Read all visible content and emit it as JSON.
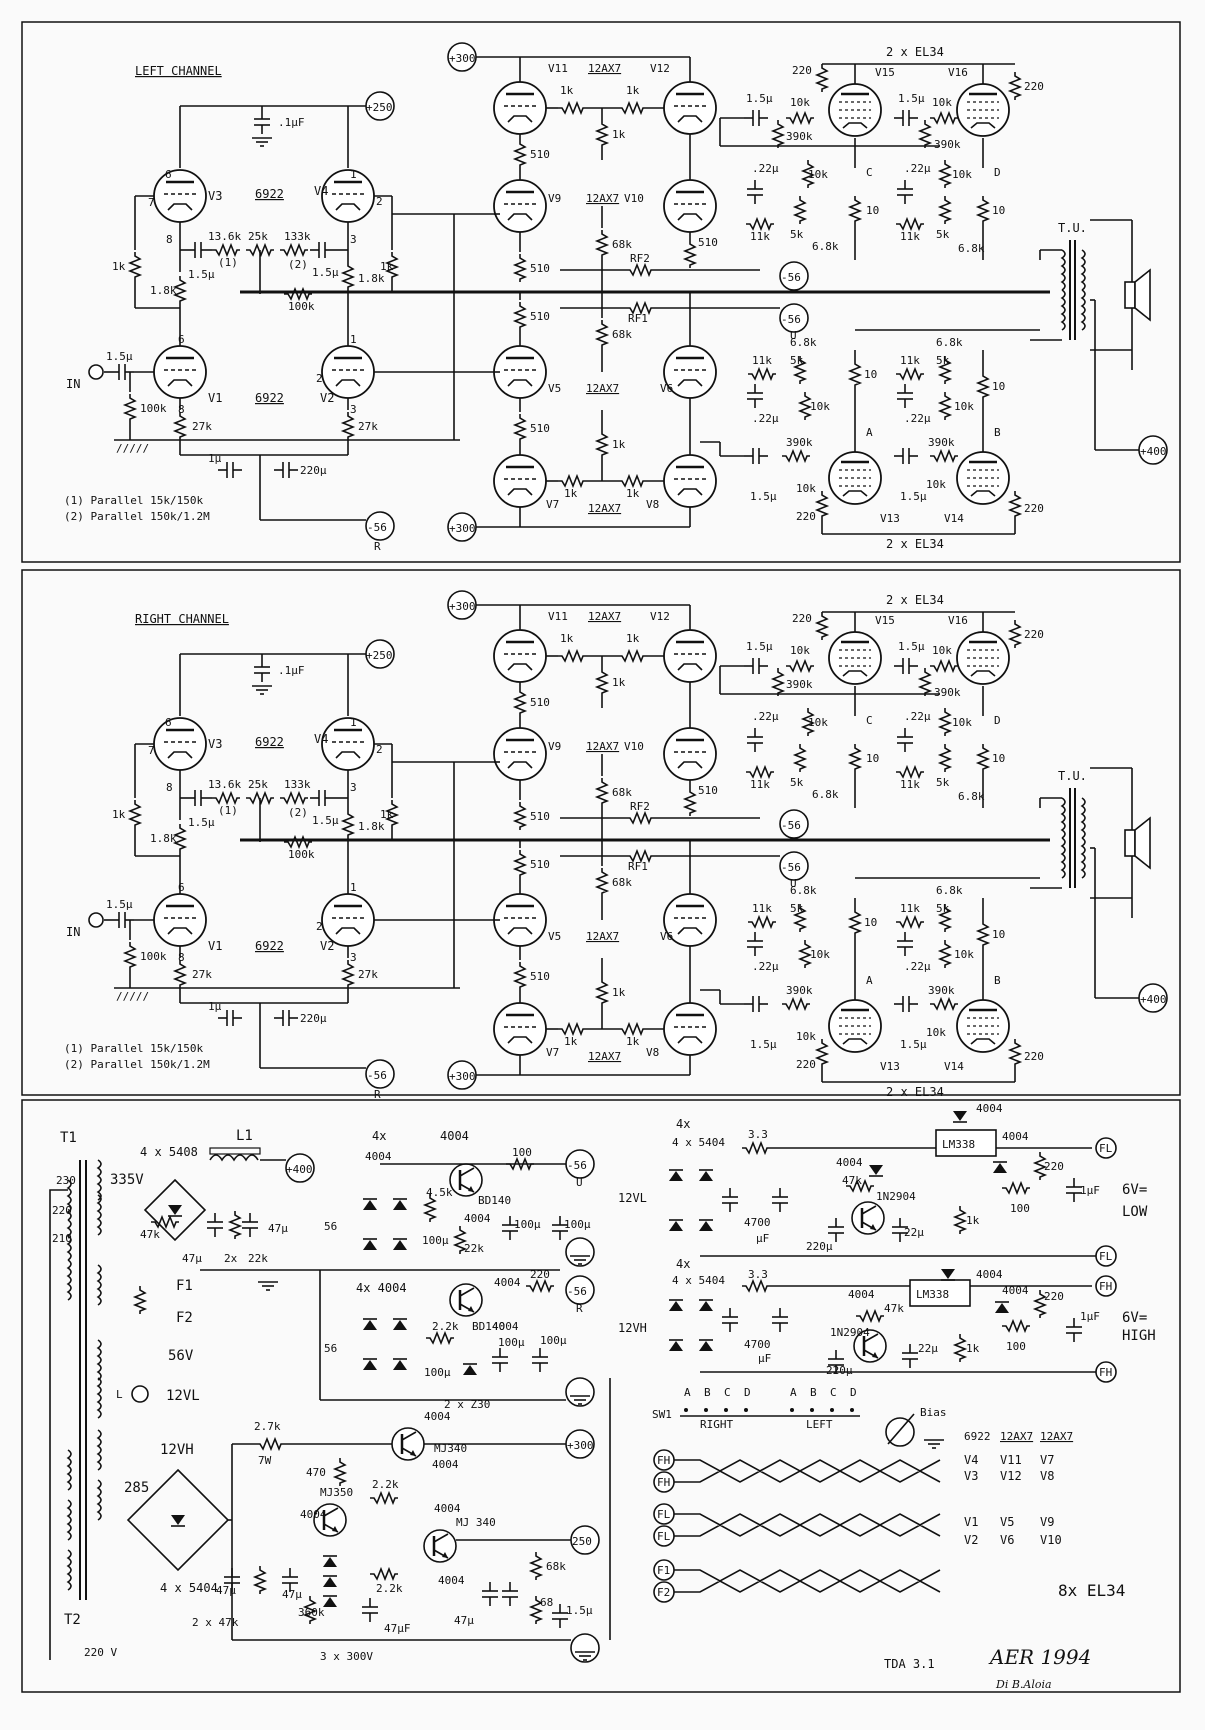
{
  "channels": [
    {
      "title": "LEFT CHANNEL",
      "pin_a_label": "A",
      "pin_b_label": "B",
      "pin_c_label": "C",
      "pin_d_label": "D",
      "rail_bottom_label": "R",
      "out_tubes_top": "2 x EL34",
      "out_tubes_bottom": "2 x EL34"
    },
    {
      "title": "RIGHT CHANNEL",
      "pin_a_label": "A",
      "pin_b_label": "B",
      "pin_c_label": "C",
      "pin_d_label": "D",
      "rail_bottom_label": "R",
      "out_tubes_top": "2 x EL34",
      "out_tubes_bottom": "2 x EL34"
    }
  ],
  "amp": {
    "tubes": {
      "v1": "V1",
      "v2": "V2",
      "v3": "V3",
      "v4": "V4",
      "v5": "V5",
      "v6": "V6",
      "v7": "V7",
      "v8": "V8",
      "v9": "V9",
      "v10": "V10",
      "v11": "V11",
      "v12": "V12",
      "v13": "V13",
      "v14": "V14",
      "v15": "V15",
      "v16": "V16"
    },
    "types": {
      "t6922": "6922",
      "t12ax7": "12AX7"
    },
    "rails": {
      "p250": "+250",
      "p300": "+300",
      "p400": "+400",
      "m56": "-56",
      "u": "U"
    },
    "in_label": "IN",
    "tv_label": "T.U.",
    "rf1": "RF1",
    "rf2": "RF2",
    "notes": [
      "(1) Parallel  15k/150k",
      "(2) Parallel  150k/1.2M"
    ],
    "parts": {
      "c01": ".1μF",
      "c15": "1.5μ",
      "c1": "1μ",
      "c220": "220μ",
      "c22": ".22μ",
      "r1k": "1k",
      "r18k": "1.8k",
      "r100k": "100k",
      "r27k": "27k",
      "r136k": "13.6k",
      "r25k": "25k",
      "r133k": "133k",
      "r510": "510",
      "r68k": "68k",
      "r220": "220",
      "r10k": "10k",
      "r390k": "390k",
      "r11k": "11k",
      "r5k": "5k",
      "r68": "6.8k",
      "r10": "10",
      "p1": "(1)",
      "p2": "(2)"
    }
  },
  "psu": {
    "t1": "T1",
    "t2": "T2",
    "l1": "L1",
    "taps": [
      "230",
      "220",
      "210"
    ],
    "s335": "335V",
    "bridge1": "4 x 5408",
    "bridge2": "4 x 5404",
    "bridge3": "4 x 5404",
    "c47u": "47μ",
    "r2x22": "2x",
    "r22k": "22k",
    "r47k": "47k",
    "f1": "F1",
    "f2": "F2",
    "v56": "56V",
    "l12": "12VL",
    "h12": "12VH",
    "l_lamp": "L",
    "s285": "285",
    "mains": "220 V",
    "d4004": "4004",
    "x4_4004": "4x 4004",
    "x4": "4x",
    "v4004": "4004",
    "r100": "100",
    "r45k": "4.5k",
    "r22k2": "22k",
    "c100": "100μ",
    "bd140": "BD140",
    "bd140b": "BD140",
    "r22": "2.2k",
    "r220": "220",
    "x2z30": "2 x Z30",
    "m56u": "-56",
    "m56r": "-56",
    "lu": "U",
    "lr": "R",
    "n56": "56",
    "n56b": "56",
    "r27k7w": "2.7k",
    "w7": "7W",
    "r470": "470",
    "mj340": "MJ340",
    "mj350": "MJ350",
    "mj340b": "MJ 340",
    "r22k3": "2.2k",
    "r22k4": "2.2k",
    "r360k": "360k",
    "c47b": "47μ",
    "c47c": "47μ",
    "c47f": "47μF",
    "z300": "3 x 300V",
    "r68k": "68k",
    "r68": "68",
    "c15": "1.5μ",
    "x2_47k": "2 x 47k",
    "p300": "+300",
    "p250": "250",
    "p400": "+400",
    "r33": "3.3",
    "r33b": "3.3",
    "c4700": "4700",
    "uf": "μF",
    "lm338": "LM338",
    "lm338b": "LM338",
    "n2904": "1N2904",
    "n2904b": "1N2904",
    "r47": "47k",
    "r47b": "47k",
    "c220u": "220μ",
    "c22u": "22μ",
    "r1k": "1k",
    "r1kb": "1k",
    "r220b": "220",
    "r100b": "100",
    "r100c": "100",
    "c1uf": "1μF",
    "c1ufb": "1μF",
    "s12vl": "12VL",
    "s12vh": "12VH",
    "fl": "FL",
    "fh": "FH",
    "v6low": "6V=",
    "low": "LOW",
    "v6high": "6V=",
    "high": "HIGH",
    "sw": "SW1",
    "right": "RIGHT",
    "left": "LEFT",
    "bias": "Bias",
    "sw_abcd": [
      "A",
      "B",
      "C",
      "D",
      "A",
      "B",
      "C",
      "D"
    ],
    "filament_rows": [
      "FH",
      "FH",
      "FL",
      "FL",
      "F1",
      "F2"
    ],
    "table_head": [
      "6922",
      "12AX7",
      "12AX7"
    ],
    "table_rows": [
      [
        "V4",
        "V11",
        "V7"
      ],
      [
        "V3",
        "V12",
        "V8"
      ],
      [
        "V1",
        "V5",
        "V9"
      ],
      [
        "V2",
        "V6",
        "V10"
      ]
    ],
    "el34": "8x EL34"
  },
  "footer": {
    "tda": "TDA 3.1",
    "aer": "AER 1994",
    "author": "Di B.Aloia"
  }
}
